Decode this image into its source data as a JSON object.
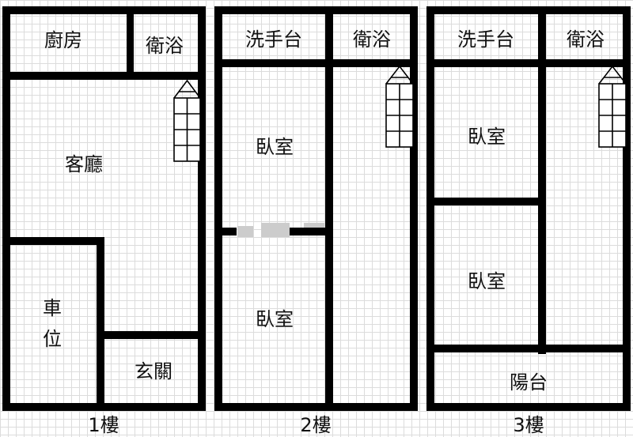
{
  "floors": [
    {
      "label": "1樓",
      "rooms": {
        "kitchen": "廚房",
        "bathroom": "衛浴",
        "living_room": "客廳",
        "parking_line1": "車",
        "parking_line2": "位",
        "entrance": "玄關"
      }
    },
    {
      "label": "2樓",
      "rooms": {
        "sink": "洗手台",
        "bathroom": "衛浴",
        "bedroom_upper": "臥室",
        "bedroom_lower": "臥室"
      }
    },
    {
      "label": "3樓",
      "rooms": {
        "sink": "洗手台",
        "bathroom": "衛浴",
        "bedroom_upper": "臥室",
        "bedroom_lower": "臥室",
        "balcony": "陽台"
      }
    }
  ],
  "colors": {
    "wall": "#000000",
    "grid": "#dcdcdc",
    "background": "#ffffff"
  }
}
